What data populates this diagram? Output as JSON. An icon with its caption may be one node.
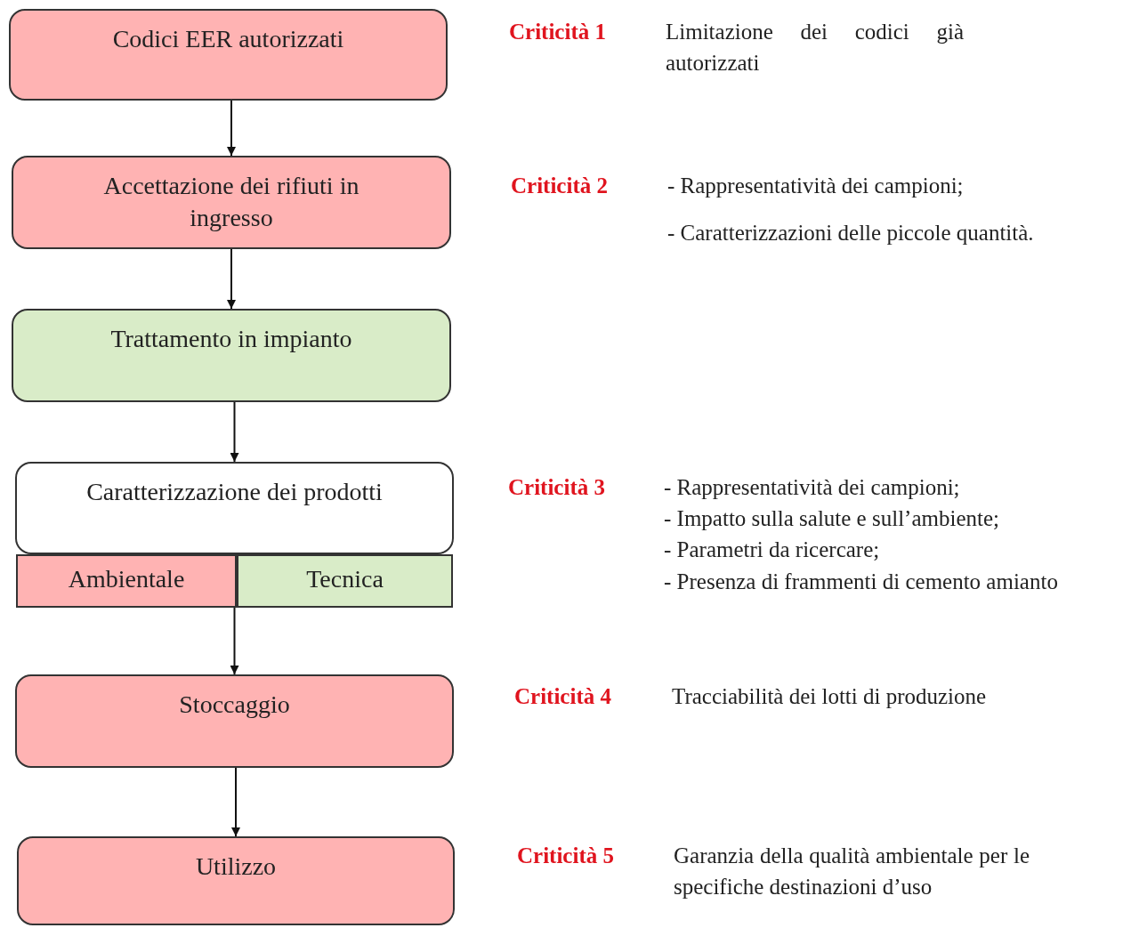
{
  "diagram": {
    "nodes": [
      {
        "text": [
          "Codici EER autorizzati"
        ]
      },
      {
        "text": [
          "Accettazione dei rifiuti in ingresso"
        ]
      },
      {
        "text": [
          "Trattamento in impianto"
        ]
      },
      {
        "text": [
          "Caratterizzazione dei prodotti"
        ]
      },
      {
        "text": [
          "Ambientale"
        ]
      },
      {
        "text": [
          "Tecnica"
        ]
      },
      {
        "text": [
          "Stoccaggio"
        ]
      },
      {
        "text": [
          "Utilizzo"
        ]
      }
    ],
    "edges": [
      {
        "from": 0,
        "to": 1,
        "arrow": "to"
      },
      {
        "from": 1,
        "to": 2,
        "arrow": "to"
      },
      {
        "from": 2,
        "to": 3,
        "arrow": "to"
      },
      {
        "from": 4,
        "to": 6,
        "arrow": "to"
      },
      {
        "from": 6,
        "to": 7,
        "arrow": "to"
      }
    ],
    "labels": [
      "Criticità 1",
      "Limitazione dei codici già autorizzati",
      "Criticità 2",
      "- Rappresentatività dei campioni;",
      "- Caratterizzazioni delle piccole quantità.",
      "Criticità 3",
      "- Rappresentatività dei campioni;",
      "- Impatto sulla salute e sull’ambiente;",
      "- Parametri da ricercare;",
      "- Presenza di frammenti di cemento amianto",
      "Criticità 4",
      "Tracciabilità dei lotti di produzione",
      "Criticità 5",
      "Garanzia della qualità ambientale per le specifiche destinazioni d’uso"
    ]
  }
}
